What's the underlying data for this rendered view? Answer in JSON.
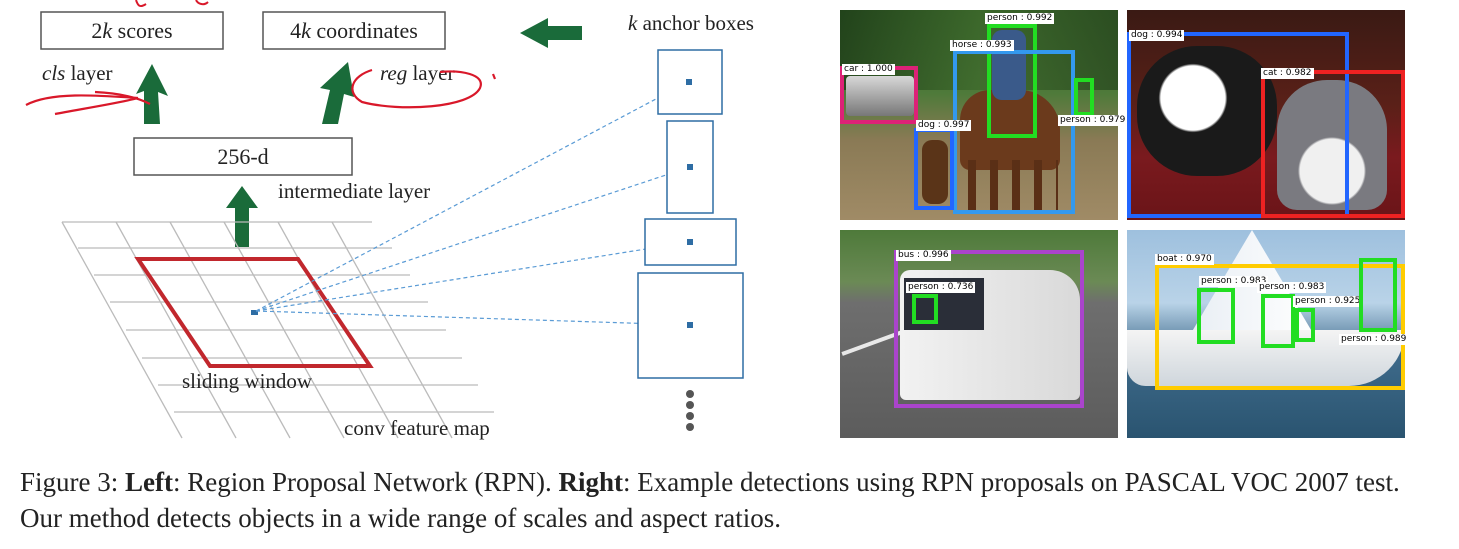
{
  "rpn": {
    "scores_prefix": "2",
    "scores_k": "k",
    "scores_suffix": " scores",
    "coords_prefix": "4",
    "coords_k": "k",
    "coords_suffix": " coordinates",
    "cls_italic": "cls",
    "cls_rest": " layer",
    "reg_italic": "reg",
    "reg_rest": " layer",
    "intermediate_box": "256-d",
    "intermediate_label": "intermediate layer",
    "sliding_window": "sliding window",
    "feature_map": "conv feature map",
    "anchor_k": "k",
    "anchor_rest": " anchor boxes"
  },
  "colors": {
    "arrow_green": "#1a6b3a",
    "sliding_window_red": "#c1272d",
    "anchor_blue": "#2e6da4",
    "annotation_red": "#d9182a",
    "det_green": "#22dd22",
    "det_blue": "#2266ff",
    "det_red": "#ee2222",
    "det_magenta": "#dd2277",
    "det_lightblue": "#3399ee",
    "det_purple": "#aa44cc",
    "det_yellow": "#ffcc00"
  },
  "detections": {
    "img1": [
      {
        "label": "person : 0.992"
      },
      {
        "label": "horse : 0.993"
      },
      {
        "label": "car : 1.000"
      },
      {
        "label": "dog : 0.997"
      },
      {
        "label": "person : 0.979"
      }
    ],
    "img2": [
      {
        "label": "dog : 0.994"
      },
      {
        "label": "cat : 0.982"
      }
    ],
    "img3": [
      {
        "label": "bus : 0.996"
      },
      {
        "label": "person : 0.736"
      }
    ],
    "img4": [
      {
        "label": "boat : 0.970"
      },
      {
        "label": "person : 0.983"
      },
      {
        "label": "person : 0.983"
      },
      {
        "label": "person : 0.925"
      },
      {
        "label": "person : 0.989"
      }
    ]
  },
  "caption": {
    "prefix": "Figure 3: ",
    "left_bold": "Left",
    "left_text": ": Region Proposal Network (RPN). ",
    "right_bold": "Right",
    "right_text": ": Example detections using RPN proposals on PASCAL VOC 2007 test. Our method detects objects in a wide range of scales and aspect ratios."
  }
}
